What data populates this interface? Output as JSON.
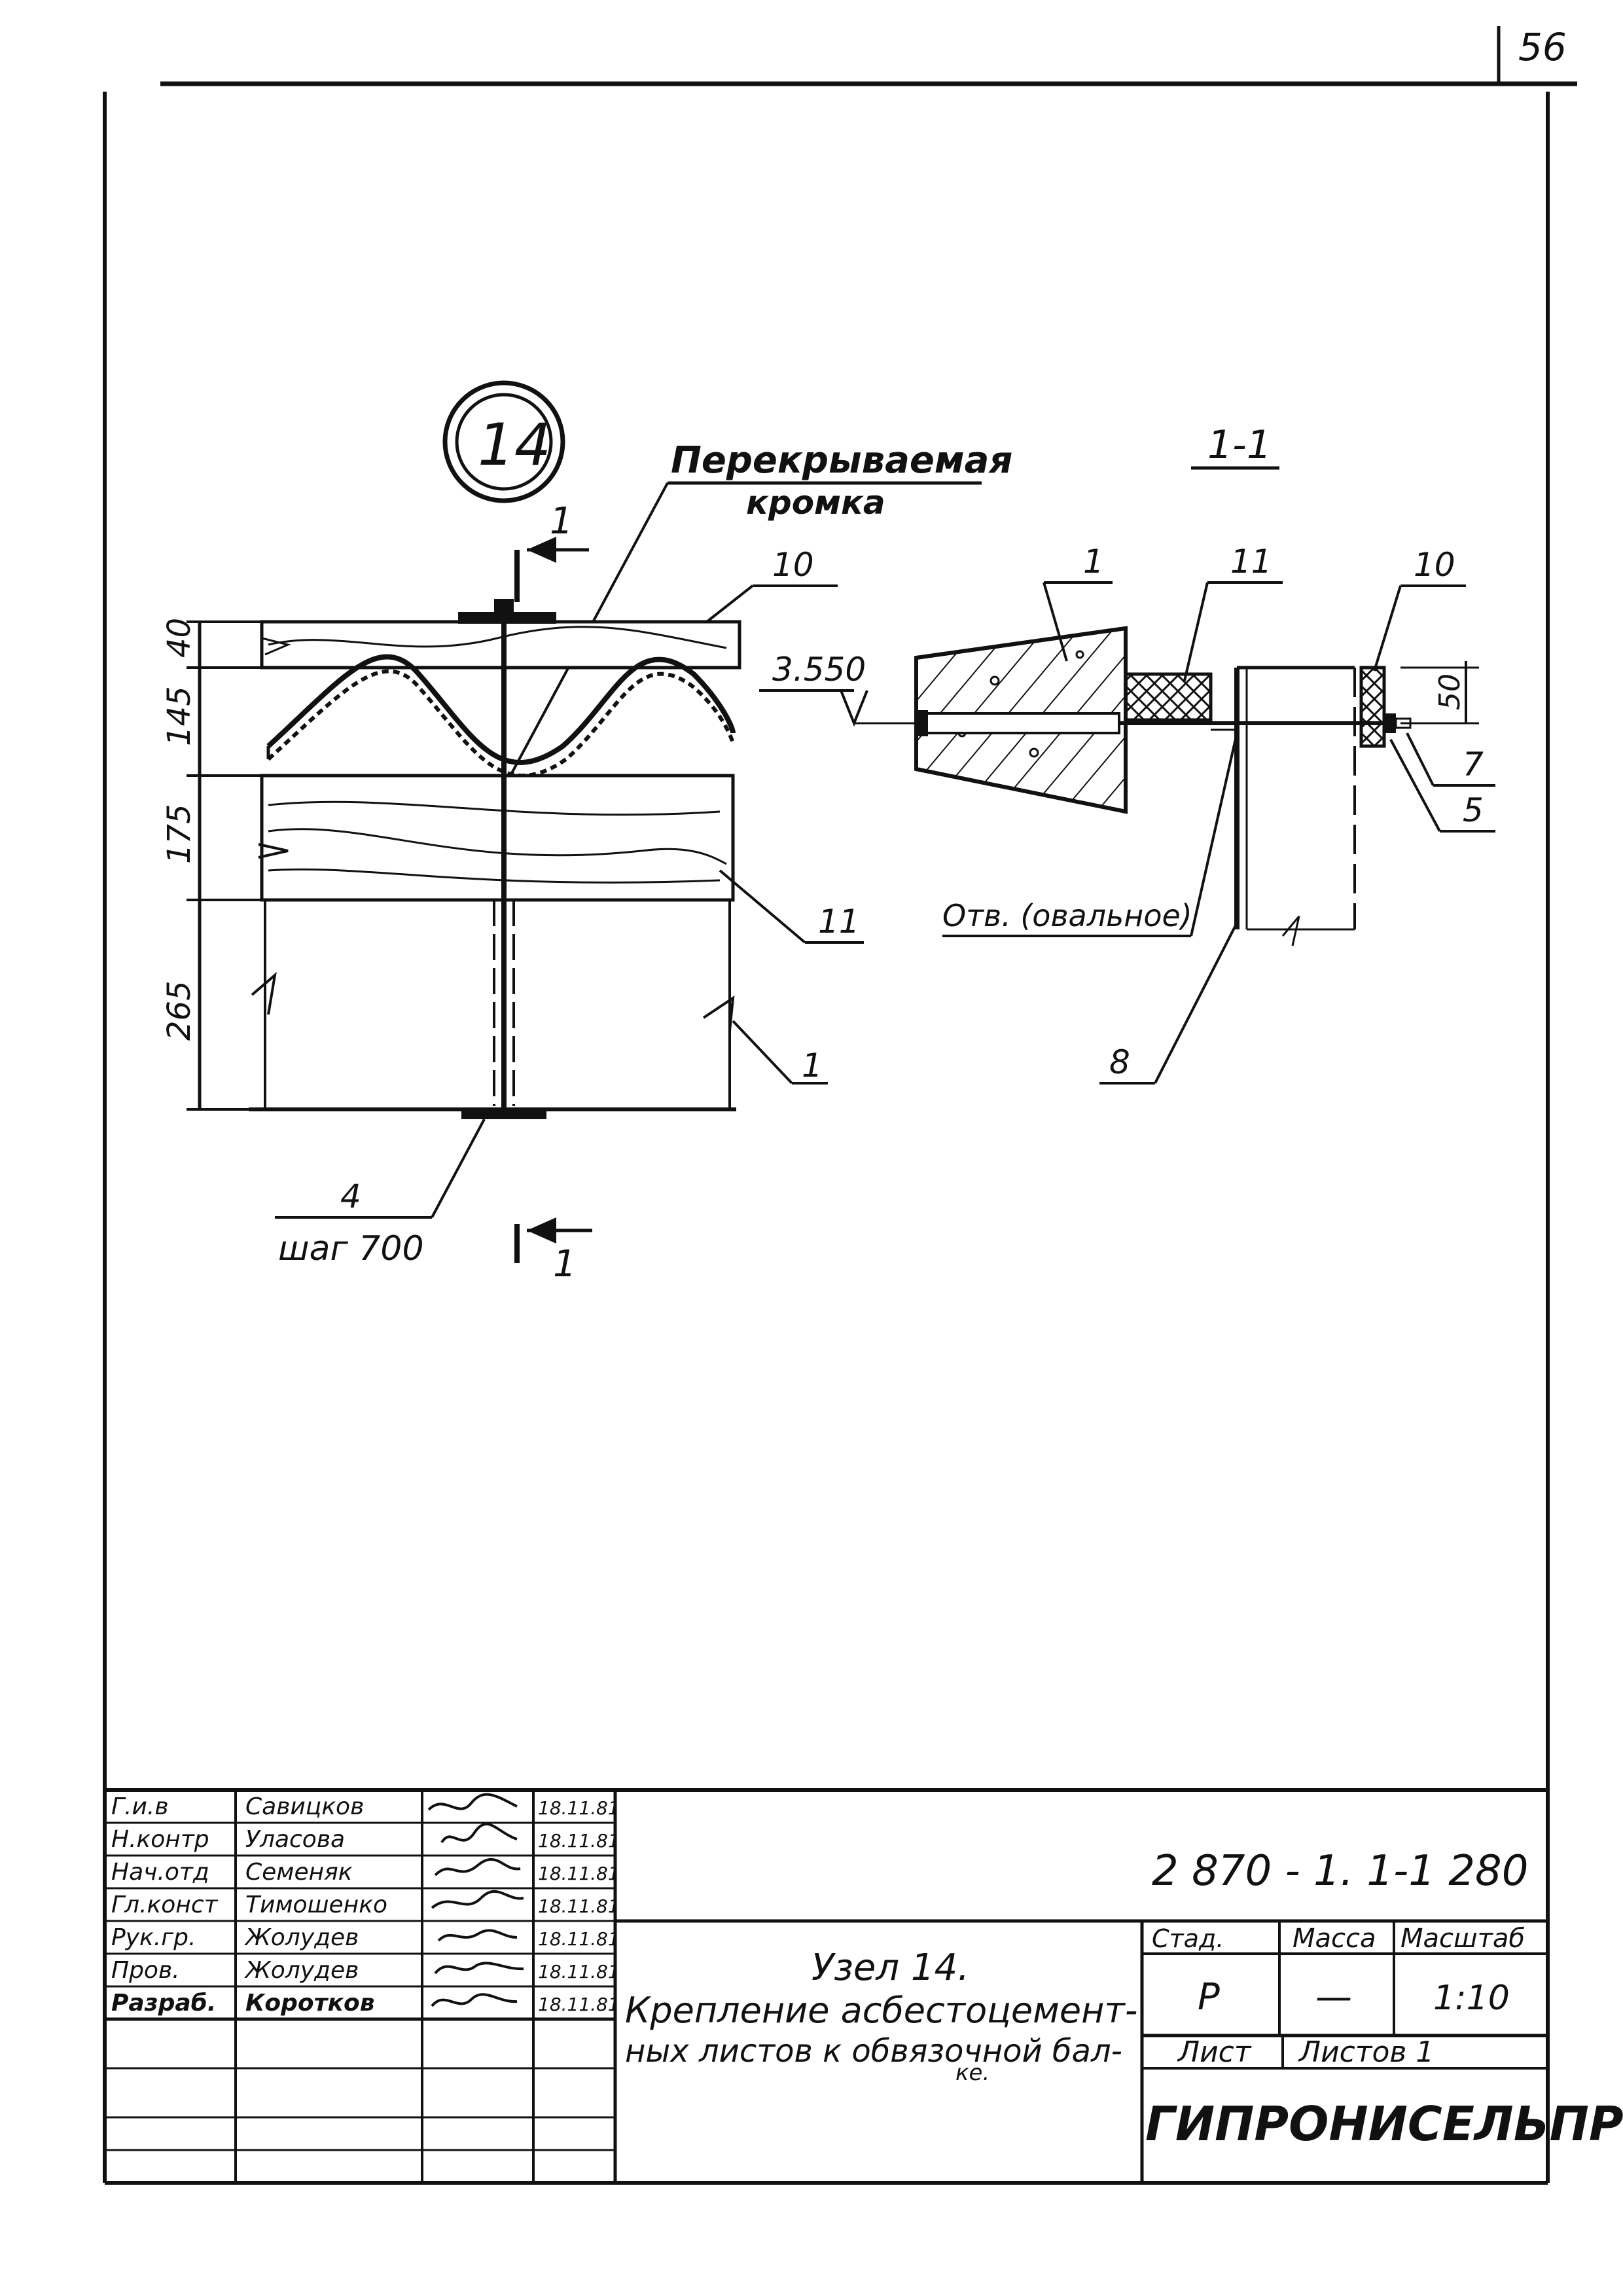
{
  "sheet_number": "56",
  "drawing": {
    "node_mark": "14",
    "overlap_label_1": "Перекрываемая",
    "overlap_label_2": "кромка",
    "section_mark": "1-1",
    "cut_mark": "1",
    "dim_40": "40",
    "dim_145": "145",
    "dim_175": "175",
    "dim_265": "265",
    "dim_50": "50",
    "elevation": "3.550",
    "callout_10a": "10",
    "callout_11a": "11",
    "callout_1a": "1",
    "callout_4": "4",
    "step": "шаг 700",
    "callout_1b": "1",
    "callout_11b": "11",
    "callout_10b": "10",
    "callout_7": "7",
    "callout_5": "5",
    "callout_8": "8",
    "hole_label": "Отв. (овальное)"
  },
  "title_block": {
    "rows": [
      {
        "role": "Г.и.в",
        "name": "Савицков",
        "date": "18.11.81"
      },
      {
        "role": "Н.контр",
        "name": "Уласова",
        "date": "18.11.81"
      },
      {
        "role": "Нач.отд",
        "name": "Семеняк",
        "date": "18.11.81"
      },
      {
        "role": "Гл.конст",
        "name": "Тимошенко",
        "date": "18.11.81"
      },
      {
        "role": "Рук.гр.",
        "name": "Жолудев",
        "date": "18.11.81"
      },
      {
        "role": "Пров.",
        "name": "Жолудев",
        "date": "18.11.81"
      },
      {
        "role": "Разраб.",
        "name": "Коротков",
        "date": "18.11.81"
      }
    ],
    "doc_code": "2 870 - 1. 1-1 280",
    "node_title": "Узел 14.",
    "description_1": "Крепление асбестоцемент-",
    "description_2": "ных листов к обвязочной бал-",
    "description_3": "ке.",
    "stage_header": "Стад.",
    "mass_header": "Масса",
    "scale_header": "Масштаб",
    "stage_value": "Р",
    "mass_value": "—",
    "scale_value": "1:10",
    "sheet_label": "Лист",
    "sheets_label": "Листов 1",
    "organization": "ГИПРОНИСЕЛЬПРОМ"
  }
}
